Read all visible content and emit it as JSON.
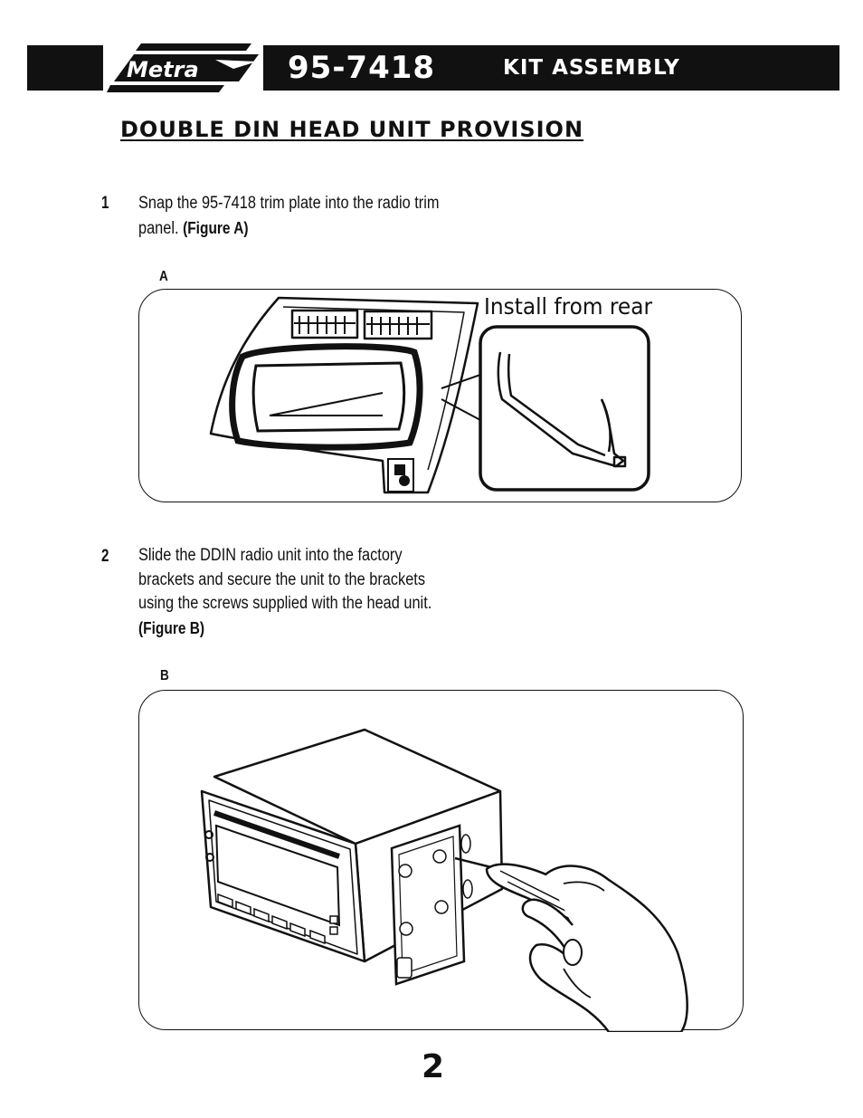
{
  "header": {
    "brand": "Metra",
    "model": "95-7418",
    "section": "KIT ASSEMBLY"
  },
  "title": "DOUBLE DIN HEAD UNIT PROVISION",
  "steps": [
    {
      "number": "1",
      "text": "Snap the 95-7418 trim plate into the radio trim panel.",
      "ref": "(Figure A)"
    },
    {
      "number": "2",
      "text": "Slide the DDIN radio unit into the factory brackets and secure the unit to the brackets using the screws supplied with the head unit.",
      "ref": "(Figure B)"
    }
  ],
  "figures": {
    "a": {
      "label": "A",
      "callout": "Install from rear"
    },
    "b": {
      "label": "B"
    }
  },
  "page_number": "2",
  "colors": {
    "ink": "#111111",
    "paper": "#ffffff"
  }
}
